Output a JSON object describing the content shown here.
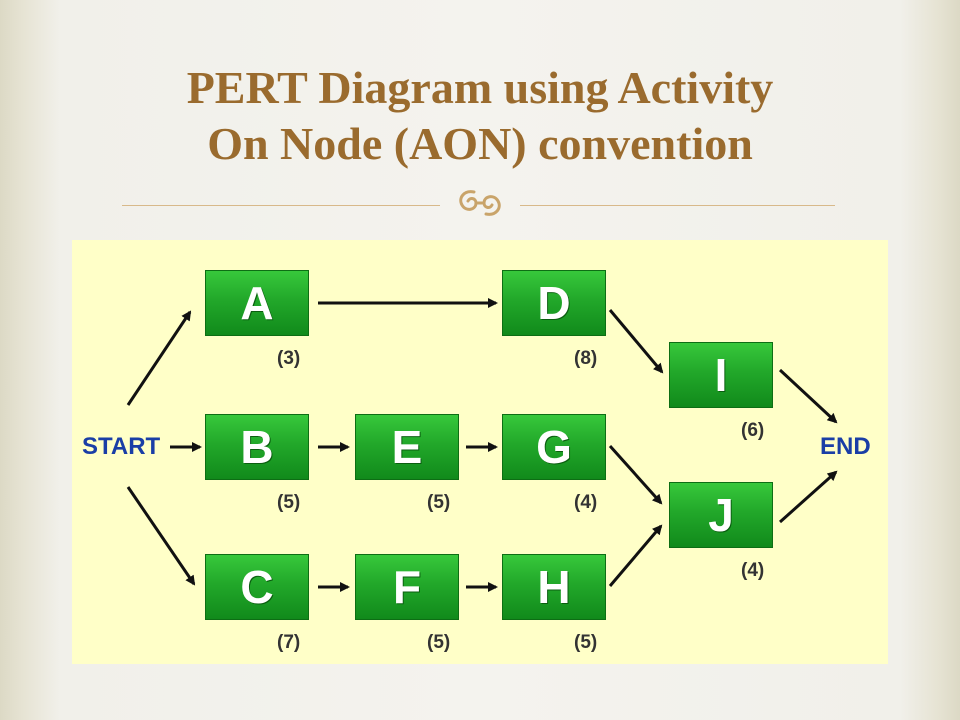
{
  "slide": {
    "title_line1": "PERT Diagram using Activity",
    "title_line2": "On Node (AON) convention",
    "ornament_icon": "flourish-ornament-icon",
    "accent_color": "#9a6b2e"
  },
  "diagram": {
    "start_label": "START",
    "end_label": "END",
    "nodes": [
      {
        "id": "A",
        "label": "A",
        "duration": "(3)"
      },
      {
        "id": "B",
        "label": "B",
        "duration": "(5)"
      },
      {
        "id": "C",
        "label": "C",
        "duration": "(7)"
      },
      {
        "id": "D",
        "label": "D",
        "duration": "(8)"
      },
      {
        "id": "E",
        "label": "E",
        "duration": "(5)"
      },
      {
        "id": "F",
        "label": "F",
        "duration": "(5)"
      },
      {
        "id": "G",
        "label": "G",
        "duration": "(4)"
      },
      {
        "id": "H",
        "label": "H",
        "duration": "(5)"
      },
      {
        "id": "I",
        "label": "I",
        "duration": "(6)"
      },
      {
        "id": "J",
        "label": "J",
        "duration": "(4)"
      }
    ],
    "edges": [
      [
        "START",
        "A"
      ],
      [
        "START",
        "B"
      ],
      [
        "START",
        "C"
      ],
      [
        "A",
        "D"
      ],
      [
        "B",
        "E"
      ],
      [
        "E",
        "G"
      ],
      [
        "C",
        "F"
      ],
      [
        "F",
        "H"
      ],
      [
        "D",
        "I"
      ],
      [
        "G",
        "J"
      ],
      [
        "H",
        "J"
      ],
      [
        "I",
        "END"
      ],
      [
        "J",
        "END"
      ]
    ],
    "node_color": "#22a82a",
    "background_color": "#ffffc8",
    "terminal_color": "#1a3ea6"
  }
}
